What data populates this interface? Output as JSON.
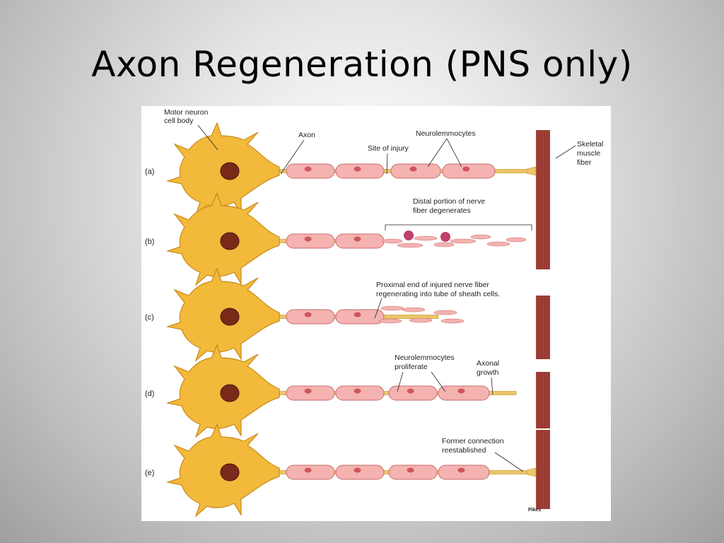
{
  "slide": {
    "title": "Axon Regeneration (PNS only)"
  },
  "figure": {
    "panels": [
      {
        "id": "a",
        "label": "(a)"
      },
      {
        "id": "b",
        "label": "(b)"
      },
      {
        "id": "c",
        "label": "(c)"
      },
      {
        "id": "d",
        "label": "(d)"
      },
      {
        "id": "e",
        "label": "(e)"
      }
    ],
    "labels": {
      "motor_neuron_line1": "Motor neuron",
      "motor_neuron_line2": "cell body",
      "axon": "Axon",
      "site_of_injury": "Site of injury",
      "neurolemmocytes_a": "Neurolemmocytes",
      "skeletal_line1": "Skeletal",
      "skeletal_line2": "muscle",
      "skeletal_line3": "fiber",
      "distal_line1": "Distal portion of nerve",
      "distal_line2": "fiber degenerates",
      "proximal_line1": "Proximal end of injured nerve fiber",
      "proximal_line2": "regenerating into tube of sheath cells.",
      "neuro_prolif_line1": "Neurolemmocytes",
      "neuro_prolif_line2": "proliferate",
      "axonal_line1": "Axonal",
      "axonal_line2": "growth",
      "former_line1": "Former connection",
      "former_line2": "reestablished",
      "credit": "Pikes"
    },
    "colors": {
      "neuron": "#f2b93b",
      "neuron_edge": "#c98a1a",
      "nucleus": "#7a2a1a",
      "sheath": "#f4b3b0",
      "sheath_edge": "#c96b6b",
      "muscle": "#a8433a",
      "axon": "#e9c76a"
    }
  }
}
